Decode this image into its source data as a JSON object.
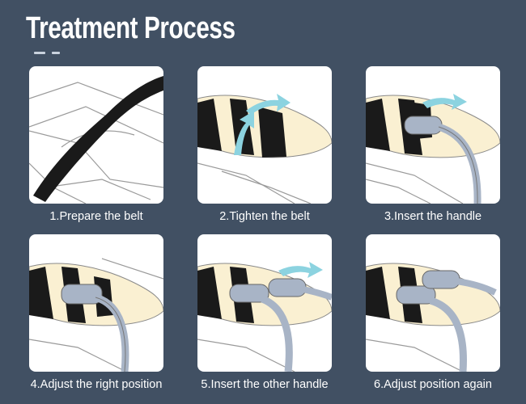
{
  "title": "Treatment Process",
  "colors": {
    "background": "#415063",
    "belt": "#1a1a1a",
    "skin": "#faf0d2",
    "handle": "#a8b4c6",
    "arrow": "#8cd3e0"
  },
  "steps": [
    {
      "caption": "1.Prepare the belt",
      "scene": "belt"
    },
    {
      "caption": "2.Tighten the belt",
      "scene": "tighten"
    },
    {
      "caption": "3.Insert the handle",
      "scene": "insert"
    },
    {
      "caption": "4.Adjust the right position",
      "scene": "adjust"
    },
    {
      "caption": "5.Insert the other handle",
      "scene": "second"
    },
    {
      "caption": "6.Adjust position again",
      "scene": "final"
    }
  ]
}
